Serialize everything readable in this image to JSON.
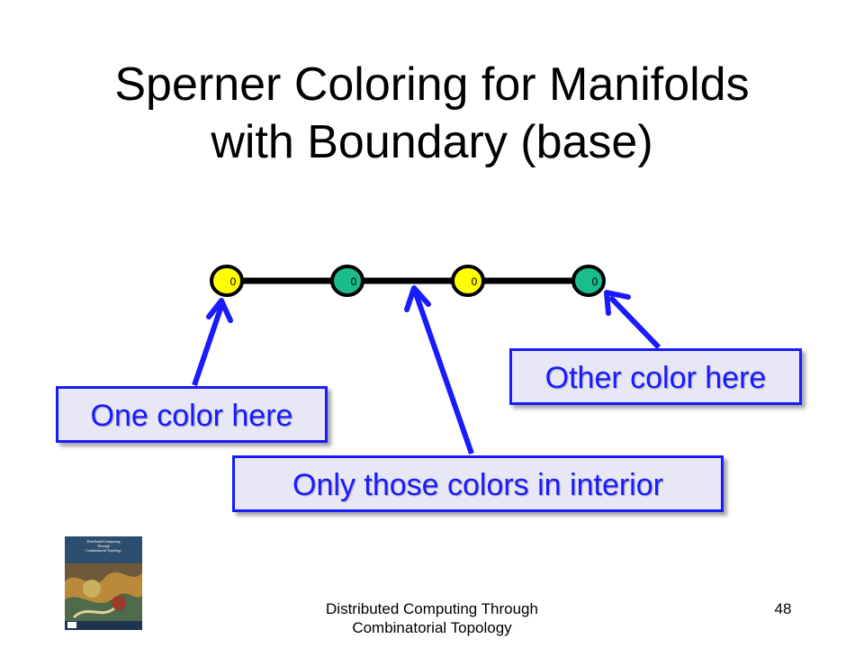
{
  "slide": {
    "title_line1": "Sperner Coloring for Manifolds",
    "title_line2": "with Boundary (base)"
  },
  "diagram": {
    "vertices": [
      {
        "color": "yellow",
        "label": "0"
      },
      {
        "color": "green",
        "label": "0"
      },
      {
        "color": "yellow",
        "label": "0"
      },
      {
        "color": "green",
        "label": "0"
      }
    ],
    "colors": {
      "yellow": "#ffff00",
      "green": "#1abc8c",
      "edge": "#000000",
      "arrow": "#1a1aff"
    }
  },
  "callouts": {
    "one": "One color here",
    "other": "Other color here",
    "interior": "Only those colors in interior"
  },
  "footer": {
    "line1": "Distributed Computing Through",
    "line2": "Combinatorial Topology",
    "page": "48"
  },
  "book": {
    "title_line1": "Distributed Computing",
    "title_line2": "Through",
    "title_line3": "Combinatorial Topology"
  }
}
